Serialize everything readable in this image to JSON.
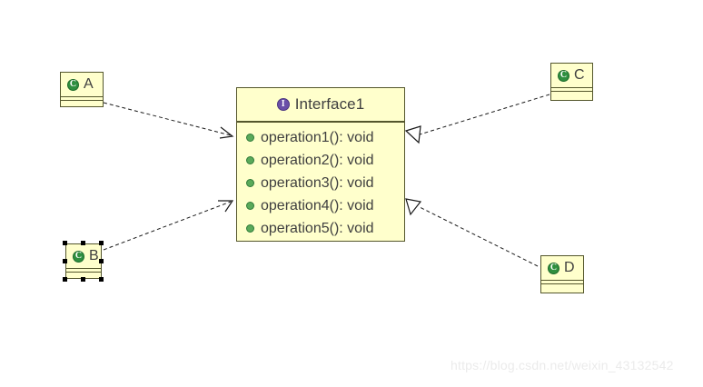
{
  "diagram": {
    "type": "uml-class-diagram",
    "background_color": "#ffffff",
    "node_fill_color": "#ffffcc",
    "node_border_color": "#54562c",
    "interface_icon_color": "#6a4fa8",
    "class_icon_color": "#2f8f3f",
    "operation_bullet_color": "#5aaa5a",
    "text_color": "#3f3f3f",
    "selection_handle_color": "#000000"
  },
  "interface": {
    "name": "Interface1",
    "icon": "interface-icon",
    "icon_glyph": "I",
    "operations": [
      {
        "icon": "operation-bullet-icon",
        "label": "operation1(): void"
      },
      {
        "icon": "operation-bullet-icon",
        "label": "operation2(): void"
      },
      {
        "icon": "operation-bullet-icon",
        "label": "operation3(): void"
      },
      {
        "icon": "operation-bullet-icon",
        "label": "operation4(): void"
      },
      {
        "icon": "operation-bullet-icon",
        "label": "operation5(): void"
      }
    ]
  },
  "classes": [
    {
      "id": "A",
      "name": "A",
      "icon": "class-icon",
      "icon_glyph": "C",
      "selected": false,
      "position": "top-left"
    },
    {
      "id": "B",
      "name": "B",
      "icon": "class-icon",
      "icon_glyph": "C",
      "selected": true,
      "position": "bottom-left"
    },
    {
      "id": "C",
      "name": "C",
      "icon": "class-icon",
      "icon_glyph": "C",
      "selected": false,
      "position": "top-right"
    },
    {
      "id": "D",
      "name": "D",
      "icon": "class-icon",
      "icon_glyph": "C",
      "selected": false,
      "position": "bottom-right"
    }
  ],
  "connectors": [
    {
      "from": "A",
      "to": "Interface1",
      "style": "dashed",
      "arrowhead": "open-arrow",
      "relation": "dependency"
    },
    {
      "from": "B",
      "to": "Interface1",
      "style": "dashed",
      "arrowhead": "open-arrow",
      "relation": "dependency"
    },
    {
      "from": "C",
      "to": "Interface1",
      "style": "dashed",
      "arrowhead": "hollow-triangle",
      "relation": "realization"
    },
    {
      "from": "D",
      "to": "Interface1",
      "style": "dashed",
      "arrowhead": "hollow-triangle",
      "relation": "realization"
    }
  ],
  "watermark": {
    "text": "https://blog.csdn.net/weixin_43132542"
  }
}
